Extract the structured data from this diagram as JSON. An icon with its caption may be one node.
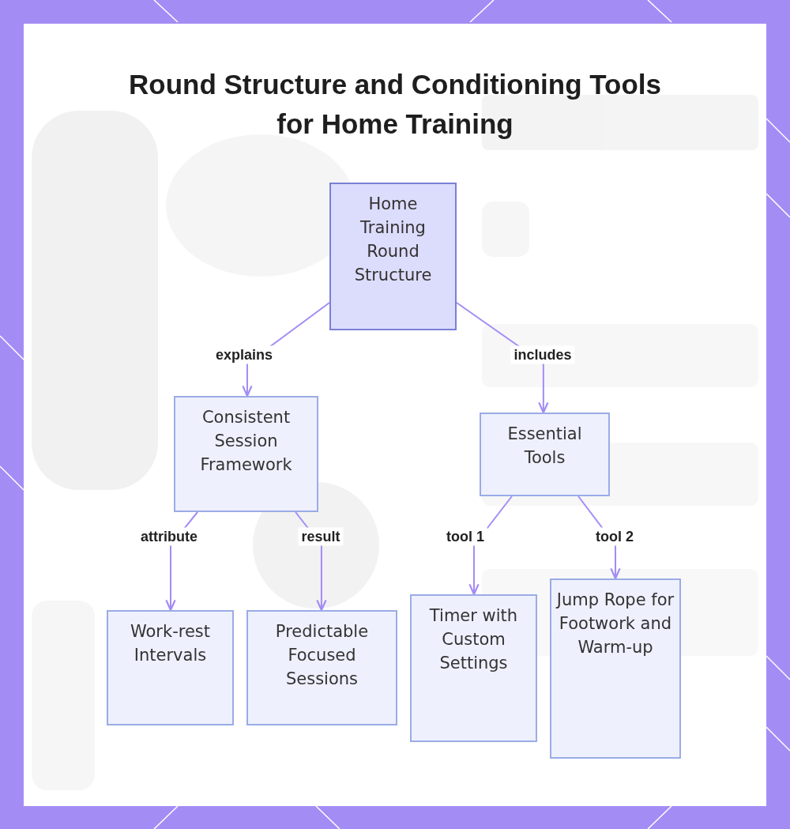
{
  "diagram": {
    "title": "Round Structure and Conditioning Tools for Home Training",
    "nodes": [
      {
        "text": [
          "Home Training Round Structure"
        ]
      },
      {
        "text": [
          "Consistent Session Framework"
        ]
      },
      {
        "text": [
          "Essential Tools"
        ]
      },
      {
        "text": [
          "Work-rest Intervals"
        ]
      },
      {
        "text": [
          "Predictable Focused Sessions"
        ]
      },
      {
        "text": [
          "Timer with Custom Settings"
        ]
      },
      {
        "text": [
          "Jump Rope for Footwork and Warm-up"
        ]
      }
    ],
    "edges": [
      {
        "from": 0,
        "to": 1,
        "arrow": "to",
        "label": "explains"
      },
      {
        "from": 0,
        "to": 2,
        "arrow": "to",
        "label": "includes"
      },
      {
        "from": 1,
        "to": 3,
        "arrow": "to",
        "label": "attribute"
      },
      {
        "from": 1,
        "to": 4,
        "arrow": "to",
        "label": "result"
      },
      {
        "from": 2,
        "to": 5,
        "arrow": "to",
        "label": "tool 1"
      },
      {
        "from": 2,
        "to": 6,
        "arrow": "to",
        "label": "tool 2"
      }
    ]
  }
}
